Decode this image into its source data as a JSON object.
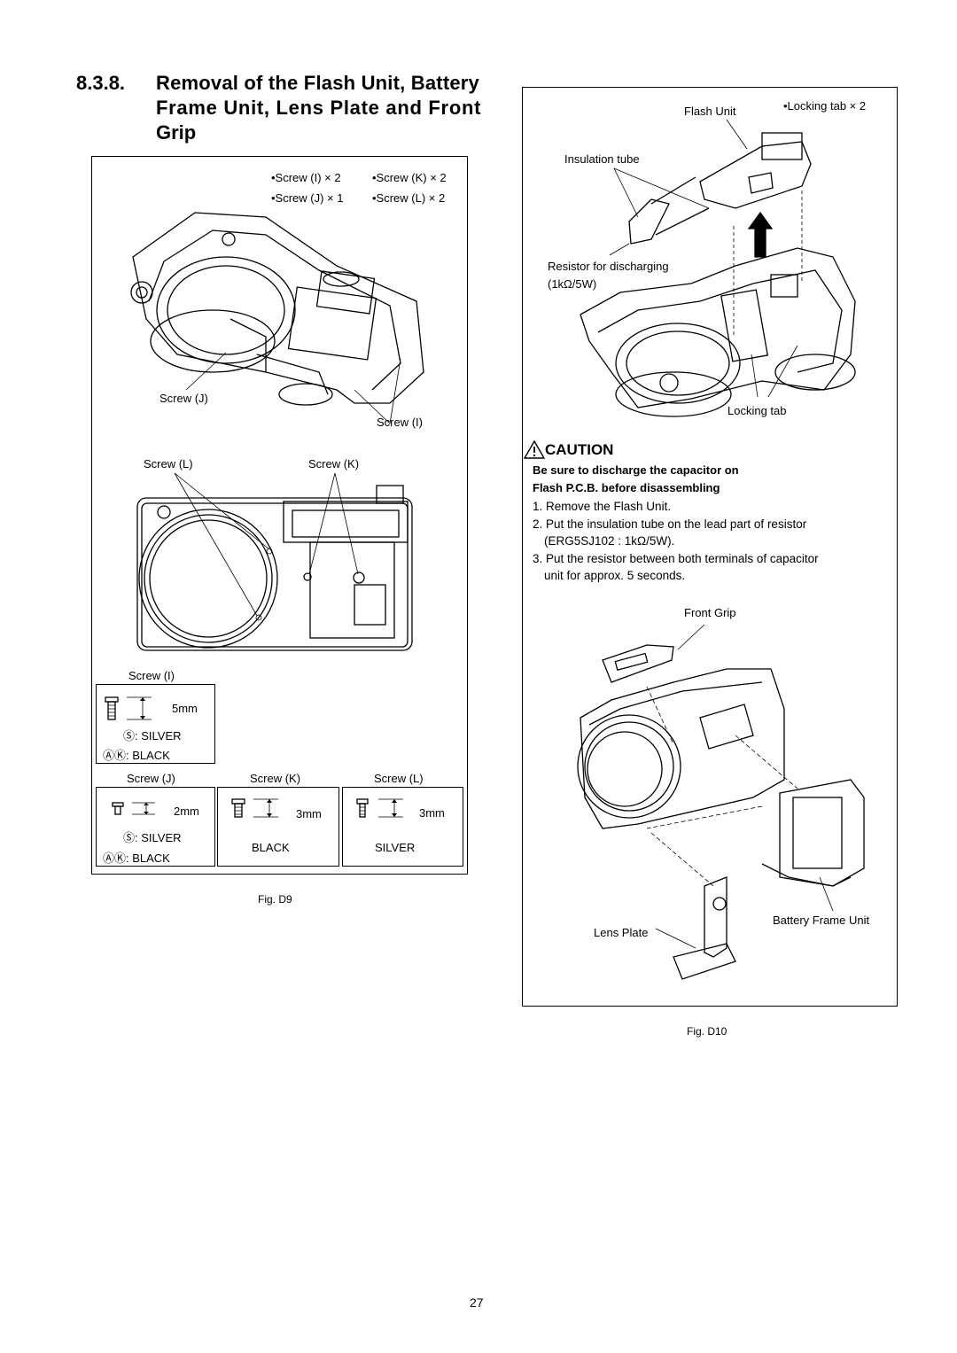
{
  "section": {
    "number": "8.3.8.",
    "title_lines": [
      "Removal of the Flash Unit, Battery",
      "Frame Unit, Lens Plate and Front",
      "Grip"
    ]
  },
  "fig_d9": {
    "screw_counts": [
      "•Screw (I) × 2",
      "•Screw (K) × 2",
      "•Screw (J) × 1",
      "•Screw (L) × 2"
    ],
    "callouts": {
      "screw_j": "Screw (J)",
      "screw_i": "Screw (I)",
      "screw_l": "Screw (L)",
      "screw_k": "Screw (K)"
    },
    "screw_table": {
      "screw_i": {
        "title": "Screw (I)",
        "length": "5mm",
        "colors": [
          "Ⓢ: SILVER",
          "ⒶⓀ: BLACK"
        ]
      },
      "screw_j": {
        "title": "Screw (J)",
        "length": "2mm",
        "colors": [
          "Ⓢ: SILVER",
          "ⒶⓀ: BLACK"
        ]
      },
      "screw_k": {
        "title": "Screw (K)",
        "length": "3mm",
        "color": "BLACK"
      },
      "screw_l": {
        "title": "Screw (L)",
        "length": "3mm",
        "color": "SILVER"
      }
    },
    "caption": "Fig. D9"
  },
  "fig_d10": {
    "labels": {
      "flash_unit": "Flash Unit",
      "locking_tab_count": "•Locking tab × 2",
      "insulation_tube": "Insulation tube",
      "resistor_line1": "Resistor for discharging",
      "resistor_line2": "(1kΩ/5W)",
      "locking_tab": "Locking tab",
      "front_grip": "Front Grip",
      "battery_frame_unit": "Battery Frame Unit",
      "lens_plate": "Lens Plate"
    },
    "caution": {
      "title": "CAUTION",
      "bold_lines": [
        "Be sure to discharge the capacitor on",
        "Flash P.C.B. before disassembling"
      ],
      "steps": [
        "1. Remove the Flash Unit.",
        "2. Put the insulation tube on the lead part of resistor",
        "(ERG5SJ102 : 1kΩ/5W).",
        "3. Put the resistor between both terminals of capacitor",
        "unit for approx. 5 seconds."
      ]
    },
    "caption": "Fig. D10"
  },
  "page_number": "27"
}
